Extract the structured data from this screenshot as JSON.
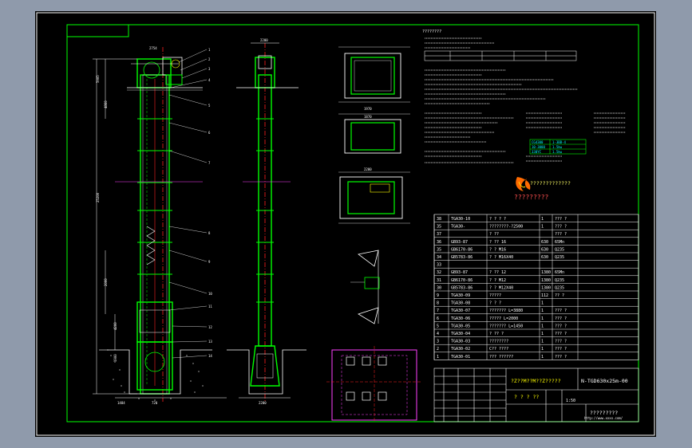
{
  "drawing": {
    "number": "N-TGD630x25m-00",
    "company_logo_text": "?????????????",
    "company_name": "?????????",
    "scale": "1:50",
    "title_garbled": "?Z??M??M??Z?????",
    "title_sub": "? ? ? ??",
    "corner_name": "?????????",
    "url": "http://www.xxxx.com/",
    "tech_req_heading": "????????"
  },
  "colors": {
    "background": "#8f9aab",
    "sheet": "#000000",
    "frame": "#00ff00",
    "outline": "#ffffff",
    "centerline": "#ff2020",
    "section": "#ff40ff",
    "dimension": "#00ffff",
    "accent": "#ffff00"
  },
  "views": {
    "front_top_dim": "2754",
    "side_top_dim": "2200",
    "height_dims": [
      "5905",
      "4860",
      "25200",
      "2000",
      "4200",
      "1900"
    ],
    "bottom_dims": [
      "1484",
      "720",
      "2200"
    ],
    "balloons": [
      "1",
      "2",
      "3",
      "4",
      "5",
      "6",
      "7",
      "8",
      "9",
      "10",
      "11",
      "12",
      "13",
      "14"
    ],
    "section_dims": [
      "1970",
      "1870",
      "2200"
    ]
  },
  "parts_table": {
    "rows": [
      {
        "no": "38",
        "code": "TGA30-10",
        "name": "? ? ? ?",
        "qty": "1",
        "mat": "??? ?"
      },
      {
        "no": "35",
        "code": "TGA30-",
        "name": "????????-?2500",
        "qty": "1",
        "mat": "??? ?"
      },
      {
        "no": "37",
        "code": "",
        "name": "? ??",
        "qty": "",
        "mat": "??? ?"
      },
      {
        "no": "36",
        "code": "GB93-87",
        "name": "? ?? 16",
        "qty": "630",
        "mat": "65Mn"
      },
      {
        "no": "35",
        "code": "GB6170-86",
        "name": "? ? M16",
        "qty": "630",
        "mat": "Q235"
      },
      {
        "no": "34",
        "code": "GB5783-86",
        "name": "? ? M16X40",
        "qty": "630",
        "mat": "Q235"
      },
      {
        "no": "33",
        "code": "",
        "name": "",
        "qty": "",
        "mat": ""
      },
      {
        "no": "32",
        "code": "GB93-87",
        "name": "? ?? 12",
        "qty": "1380",
        "mat": "65Mn"
      },
      {
        "no": "31",
        "code": "GB6170-86",
        "name": "? ? M12",
        "qty": "1380",
        "mat": "Q235"
      },
      {
        "no": "30",
        "code": "GB5783-86",
        "name": "? ? M12X40",
        "qty": "1380",
        "mat": "Q235"
      },
      {
        "no": "9",
        "code": "TGA30-09",
        "name": "?????",
        "qty": "112",
        "mat": "?? ?"
      },
      {
        "no": "8",
        "code": "TGA30-08",
        "name": "? ? ?",
        "qty": "1",
        "mat": ""
      },
      {
        "no": "7",
        "code": "TGA30-07",
        "name": "??????? L=3880",
        "qty": "1",
        "mat": "??? ?"
      },
      {
        "no": "6",
        "code": "TGA30-06",
        "name": "????? L=2000",
        "qty": "1",
        "mat": "??? ?"
      },
      {
        "no": "5",
        "code": "TGA30-05",
        "name": "??????? L=1450",
        "qty": "1",
        "mat": "??? ?"
      },
      {
        "no": "4",
        "code": "TGA30-04",
        "name": "? ?? ?",
        "qty": "1",
        "mat": "??? ?"
      },
      {
        "no": "3",
        "code": "TGA30-03",
        "name": "????????",
        "qty": "1",
        "mat": "??? ?"
      },
      {
        "no": "2",
        "code": "TGA30-02",
        "name": "C?? ????",
        "qty": "1",
        "mat": "??? ?"
      },
      {
        "no": "1",
        "code": "TGA30-01",
        "name": "??? ??????",
        "qty": "1",
        "mat": "??? ?"
      }
    ]
  },
  "spec_table": {
    "rows": [
      [
        "CG4300",
        "1-3BB-4"
      ],
      [
        "10-3000",
        "1.5kw"
      ],
      [
        "330YC",
        "1.5kw"
      ]
    ]
  }
}
